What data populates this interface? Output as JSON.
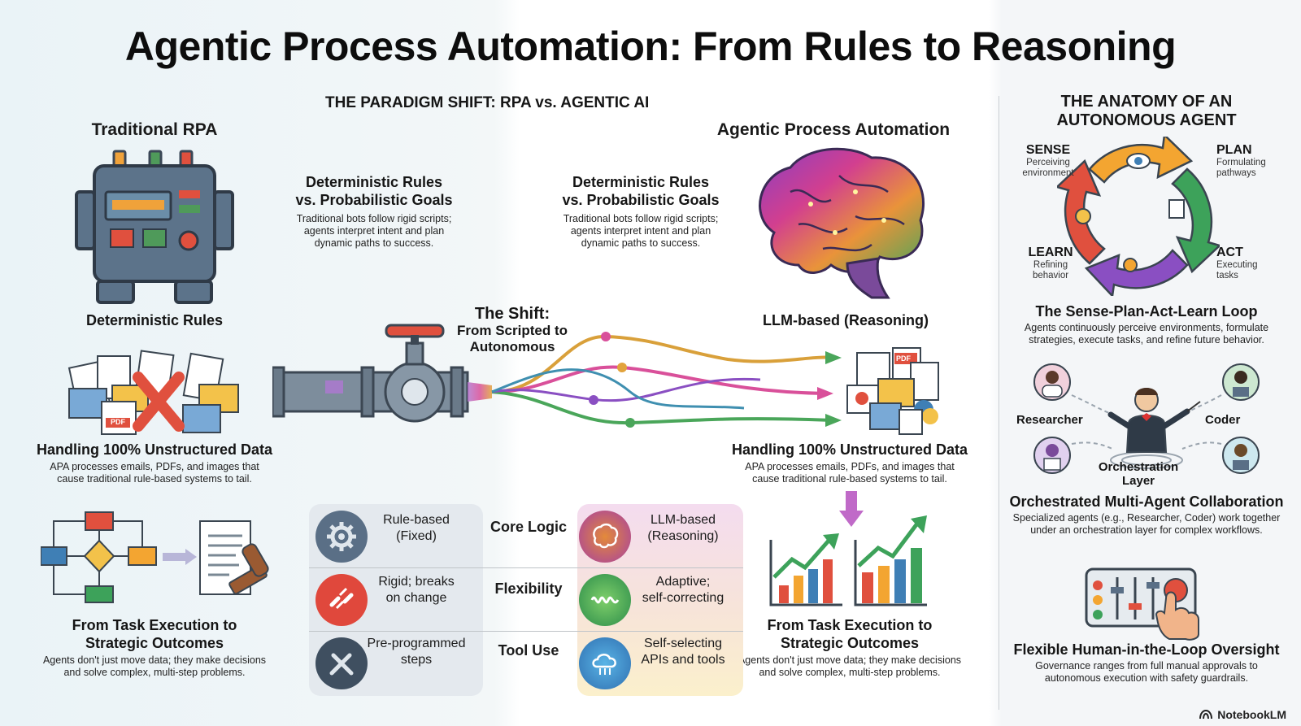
{
  "title": "Agentic Process Automation: From Rules to Reasoning",
  "paradigm": {
    "heading": "THE PARADIGM SHIFT: RPA vs. AGENTIC AI",
    "left_title": "Traditional RPA",
    "right_title": "Agentic Process Automation",
    "left_label": "Deterministic Rules",
    "right_label": "LLM-based (Reasoning)",
    "shift_title": "The Shift:",
    "shift_subtitle_1": "From Scripted to",
    "shift_subtitle_2": "Autonomous",
    "det_block": {
      "title_1": "Deterministic Rules",
      "title_2": "vs. Probabilistic Goals",
      "body_1": "Traditional bots follow rigid scripts;",
      "body_2": "agents interpret intent and plan",
      "body_3": "dynamic paths to success."
    },
    "data_block": {
      "title": "Handling 100% Unstructured Data",
      "body_1": "APA processes emails, PDFs, and images that",
      "body_2": "cause traditional rule-based systems to tail.",
      "pdf_label": "PDF"
    },
    "task_block": {
      "title_1": "From Task Execution to",
      "title_2": "Strategic Outcomes",
      "body_1": "Agents don't just move data; they make decisions",
      "body_2": "and solve complex, multi-step problems."
    }
  },
  "comparison": [
    {
      "criterion": "Core Logic",
      "rpa_1": "Rule-based",
      "rpa_2": "(Fixed)",
      "apa_1": "LLM-based",
      "apa_2": "(Reasoning)",
      "rpa_icon": "gear-icon",
      "apa_icon": "brain-icon"
    },
    {
      "criterion": "Flexibility",
      "rpa_1": "Rigid; breaks",
      "rpa_2": "on change",
      "apa_1": "Adaptive;",
      "apa_2": "self-correcting",
      "rpa_icon": "broken-link-icon",
      "apa_icon": "wave-icon"
    },
    {
      "criterion": "Tool Use",
      "rpa_1": "Pre-programmed",
      "rpa_2": "steps",
      "apa_1": "Self-selecting",
      "apa_2": "APIs and tools",
      "rpa_icon": "wrench-icon",
      "apa_icon": "cloud-icon"
    }
  ],
  "anatomy": {
    "heading_1": "THE ANATOMY OF AN",
    "heading_2": "AUTONOMOUS AGENT",
    "loop": {
      "sense": "SENSE",
      "sense_desc_1": "Perceiving",
      "sense_desc_2": "environment",
      "plan": "PLAN",
      "plan_desc_1": "Formulating",
      "plan_desc_2": "pathways",
      "learn": "LEARN",
      "learn_desc_1": "Refining",
      "learn_desc_2": "behavior",
      "act": "ACT",
      "act_desc_1": "Executing",
      "act_desc_2": "tasks",
      "title": "The Sense-Plan-Act-Learn Loop",
      "body_1": "Agents continuously perceive environments, formulate",
      "body_2": "strategies, execute tasks, and refine future behavior."
    },
    "multi": {
      "researcher": "Researcher",
      "coder": "Coder",
      "orch_1": "Orchestration",
      "orch_2": "Layer",
      "title": "Orchestrated Multi-Agent Collaboration",
      "body_1": "Specialized agents (e.g., Researcher, Coder) work together",
      "body_2": "under an orchestration layer for complex workflows."
    },
    "hitl": {
      "title": "Flexible Human-in-the-Loop Oversight",
      "body_1": "Governance ranges from full manual approvals to",
      "body_2": "autonomous execution with safety guardrails."
    }
  },
  "brand": "NotebookLM",
  "colors": {
    "blue": "#3f7fb5",
    "green": "#3da25a",
    "orange": "#f2a531",
    "red": "#d9413b",
    "purple": "#8a4fb8",
    "slate": "#52657a"
  }
}
